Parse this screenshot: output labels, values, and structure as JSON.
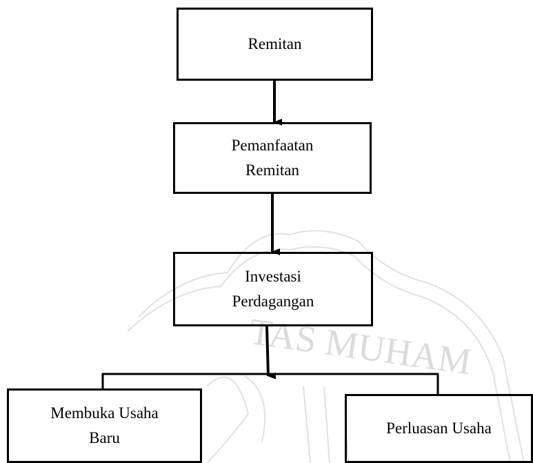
{
  "nodes": {
    "remitan": "Remitan",
    "pemanfaatan_remitan": "Pemanfaatan\nRemitan",
    "investasi_perdagangan": "Investasi\nPerdagangan",
    "membuka_usaha_baru": "Membuka Usaha\nBaru",
    "perluasan_usaha": "Perluasan Usaha"
  },
  "watermark": {
    "text": "TAS MUHAM",
    "color": "#b5b5b5"
  },
  "colors": {
    "line": "#000000",
    "text": "#000000",
    "background": "#ffffff"
  }
}
